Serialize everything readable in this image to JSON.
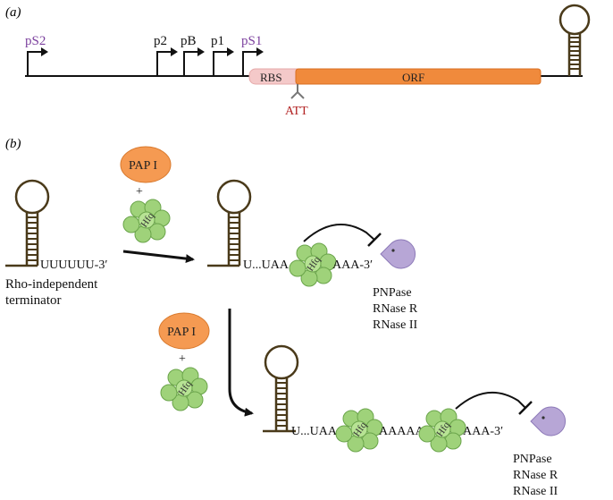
{
  "panel_a": {
    "label": "(a)",
    "promoters": [
      "pS2",
      "p2",
      "pB",
      "p1",
      "pS1"
    ],
    "rbs_label": "RBS",
    "orf_label": "ORF",
    "att_label": "ATT"
  },
  "panel_b": {
    "label": "(b)",
    "pap_label": "PAP I",
    "pap_label_2": "PAP I",
    "plus": "+",
    "plus_2": "+",
    "hfq_label": "Hfq",
    "terminator_tail": "UUUUUU-3′",
    "terminator_caption_1": "Rho-independent",
    "terminator_caption_2": "terminator",
    "middle_seq_left": "U...UAA",
    "middle_seq_right": "AAA-3′",
    "bottom_seq_left": "U...UAA",
    "bottom_seq_mid": "AAAAA",
    "bottom_seq_right": "AAA-3′",
    "nucleases": [
      "PNPase",
      "RNase R",
      "RNase II"
    ]
  },
  "colors": {
    "orf": "#f08a3c",
    "rbs": "#f4c9c9",
    "pap_fill": "#f59a52",
    "hfq_fill": "#9fd27a",
    "nuclease": "#b7a6d6",
    "promoter_label": "#7a3e9d",
    "att_label": "#b22222"
  }
}
